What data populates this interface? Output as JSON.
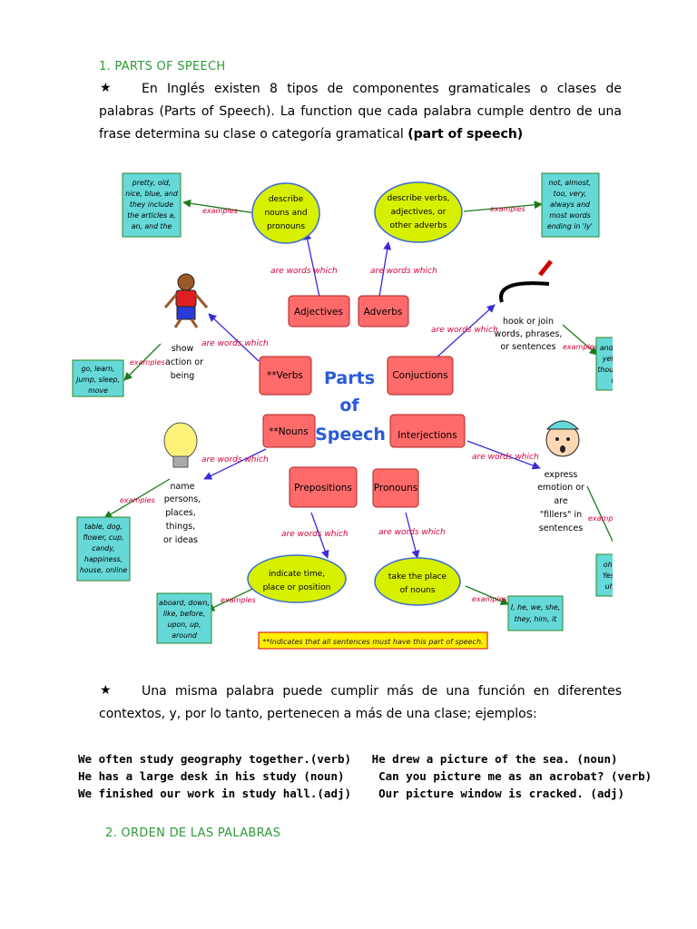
{
  "section1": {
    "heading": "1. PARTS OF SPEECH",
    "bullet_symbol": "★",
    "para1_plain": "En Inglés existen 8 tipos de componentes gramaticales o clases de palabras (Parts of Speech). La function que cada palabra cumple dentro de una frase determina su clase o categoría gramatical",
    "para1_bold": "(part of speech)"
  },
  "diagram": {
    "center_line1": "Parts",
    "center_line2": "of",
    "center_line3": "Speech",
    "parts": {
      "adjectives": "Adjectives",
      "adverbs": "Adverbs",
      "verbs": "**Verbs",
      "conjunctions": "Conjuctions",
      "nouns": "**Nouns",
      "interjections": "Interjections",
      "prepositions": "Prepositions",
      "pronouns": "Pronouns"
    },
    "ovals": {
      "adjectives": [
        "describe",
        "nouns and",
        "pronouns"
      ],
      "adverbs": [
        "describe verbs,",
        "adjectives, or",
        "other adverbs"
      ],
      "prepositions": [
        "indicate time,",
        "place or position"
      ],
      "pronouns": [
        "take the place",
        "of nouns"
      ]
    },
    "descriptions": {
      "verbs": [
        "show",
        "action or",
        "being"
      ],
      "nouns": [
        "name",
        "persons,",
        "places,",
        "things,",
        "or ideas"
      ],
      "conjunctions": [
        "hook or join",
        "words, phrases,",
        "or sentences"
      ],
      "interjections": [
        "express",
        "emotion or",
        "are",
        "\"fillers\" in",
        "sentences"
      ]
    },
    "examples": {
      "adjectives": [
        "pretty, old,",
        "nice, blue, and",
        "they include",
        "the articles a,",
        "an, and the"
      ],
      "adverbs": [
        "not, almost,",
        "too, very,",
        "always and",
        "most words",
        "ending in 'ly'"
      ],
      "verbs": [
        "go, learn,",
        "jump, sleep,",
        "move"
      ],
      "conjunctions": [
        "and, but, for,",
        "yet, or, nor,",
        "though, since,",
        "unless"
      ],
      "nouns": [
        "table, dog,",
        "flower, cup,",
        "candy,",
        "happiness,",
        "house, online"
      ],
      "interjections": [
        "oh!, Wow!,",
        "Yes!, uh-o!,",
        "uh!, Help!"
      ],
      "prepositions": [
        "aboard, down,",
        "like, before,",
        "upon, up,",
        "around"
      ],
      "pronouns": [
        "I, he, we, she,",
        "they, him, it"
      ]
    },
    "label_are_words_which": "are words which",
    "label_examples": "examples",
    "note": "**Indicates that all sentences must have this part of speech."
  },
  "section1b": {
    "para2": "Una misma palabra puede cumplir más de una función en diferentes contextos, y, por lo tanto, pertenecen a más de una clase; ejemplos:",
    "example_lines": [
      "We often study geography together.(verb)   He drew a picture of the sea. (noun)",
      "He has a large desk in his study (noun)     Can you picture me as an acrobat? (verb)",
      "We finished our work in study hall.(adj)    Our picture window is cracked. (adj)"
    ]
  },
  "section2": {
    "heading": "2. ORDEN DE LAS PALABRAS"
  },
  "colors": {
    "heading_green": "#2e9a3a",
    "part_box": "#ff6b6b",
    "oval_fill": "#d6f000",
    "example_box": "#66d8d8",
    "arrow_blue": "#3a2ad8",
    "arrow_green": "#1a7a1a",
    "label_red": "#d4003a",
    "center_blue": "#2a5bd8",
    "note_box": "#ffee00"
  }
}
